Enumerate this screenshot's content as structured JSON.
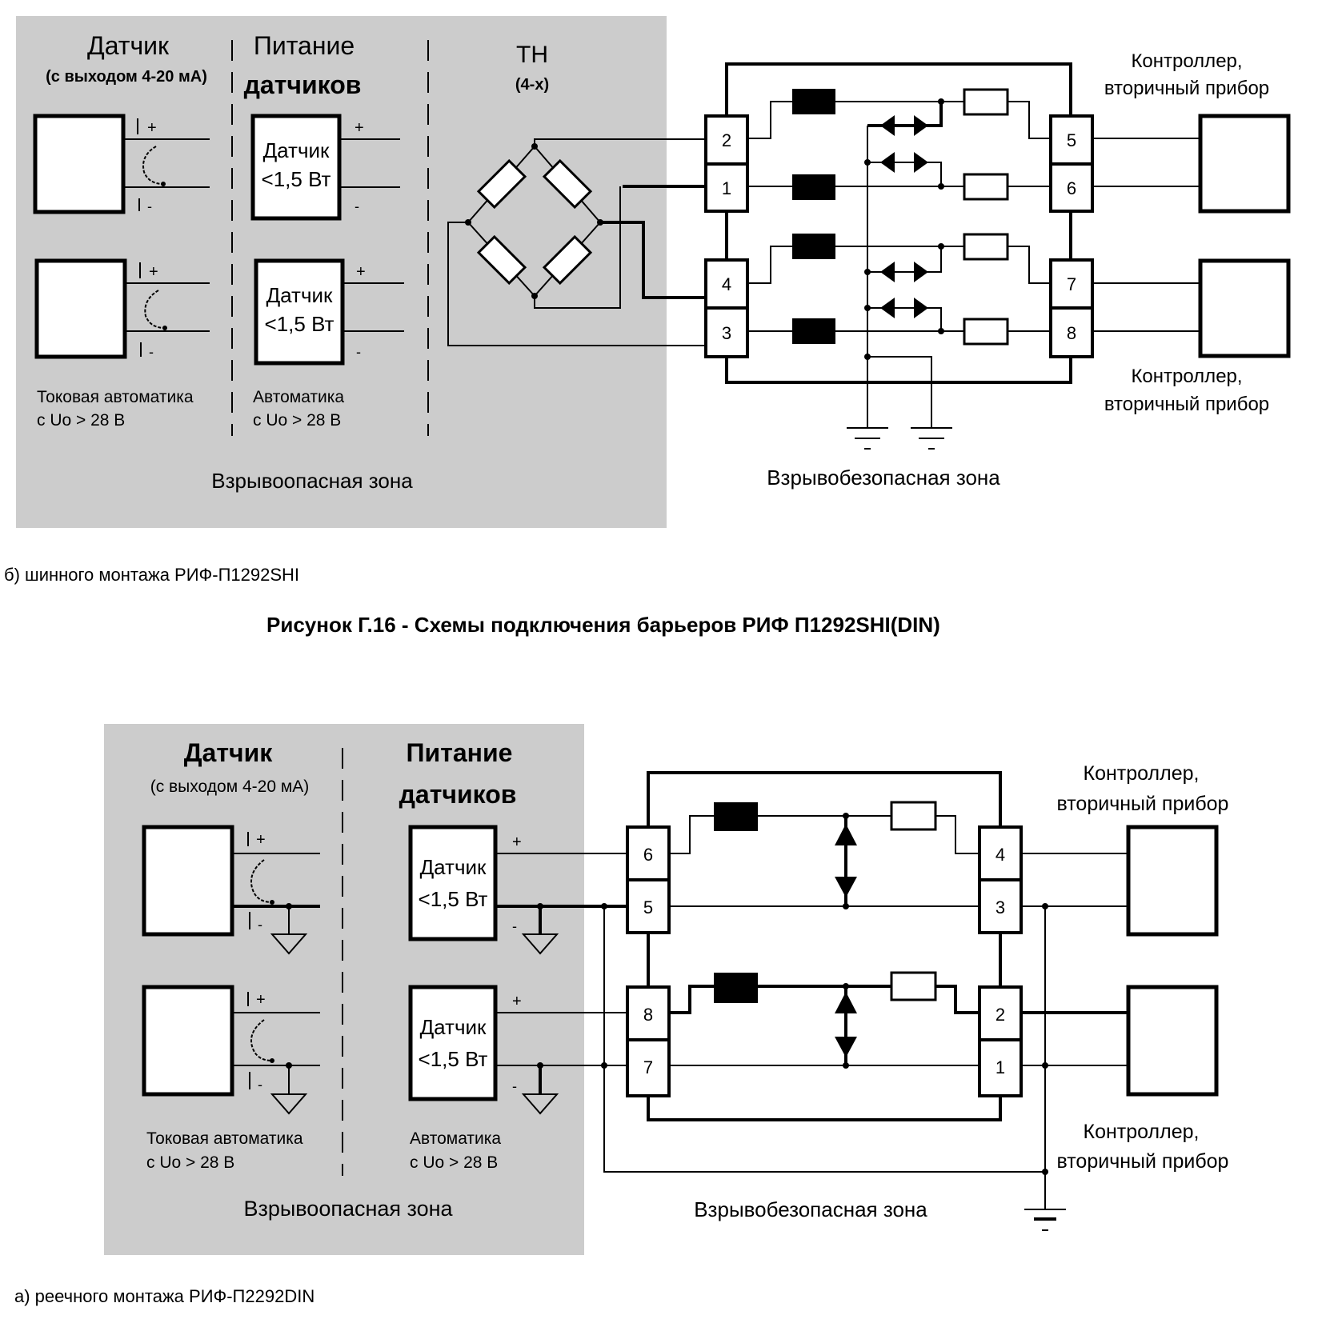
{
  "top_diagram": {
    "hazard_zone": {
      "sensor_heading": "Датчик",
      "sensor_sub": "(с выходом 4-20 мА)",
      "power_heading_1": "Питание",
      "power_heading_2": "датчиков",
      "th_heading": "ТН",
      "th_sub": "(4-х)",
      "plus": "+",
      "minus": "-",
      "sensor_box_line1": "Датчик",
      "sensor_box_line2": "<1,5 Вт",
      "current_auto_line1": "Токовая автоматика",
      "current_auto_line2": "с Uo > 28 В",
      "auto_line1": "Автоматика",
      "auto_line2": "с Uo > 28 В",
      "zone_label": "Взрывоопасная зона"
    },
    "safe_zone": {
      "zone_label": "Взрывобезопасная зона",
      "controller_line1": "Контроллер,",
      "controller_line2": "вторичный прибор",
      "left_terminals": [
        "2",
        "1",
        "4",
        "3"
      ],
      "right_terminals": [
        "5",
        "6",
        "7",
        "8"
      ]
    },
    "caption": "б) шинного монтажа РИФ-П1292SHI"
  },
  "figure_title": "Рисунок Г.16 - Схемы подключения барьеров РИФ П1292SHI(DIN)",
  "bottom_diagram": {
    "hazard_zone": {
      "sensor_heading": "Датчик",
      "sensor_sub": "(с выходом 4-20 мА)",
      "power_heading_1": "Питание",
      "power_heading_2": "датчиков",
      "plus": "+",
      "minus": "-",
      "sensor_box_line1": "Датчик",
      "sensor_box_line2": "<1,5 Вт",
      "current_auto_line1": "Токовая автоматика",
      "current_auto_line2": "с Uo > 28 В",
      "auto_line1": "Автоматика",
      "auto_line2": "с Uo > 28 В",
      "zone_label": "Взрывоопасная зона"
    },
    "safe_zone": {
      "zone_label": "Взрывобезопасная зона",
      "controller_line1": "Контроллер,",
      "controller_line2": "вторичный прибор",
      "left_terminals": [
        "6",
        "5",
        "8",
        "7"
      ],
      "right_terminals": [
        "4",
        "3",
        "2",
        "1"
      ]
    },
    "caption": "а) реечного монтажа РИФ-П2292DIN"
  },
  "colors": {
    "hazard_zone_bg": "#cccccc",
    "line": "#000000",
    "box_fill": "#ffffff"
  }
}
